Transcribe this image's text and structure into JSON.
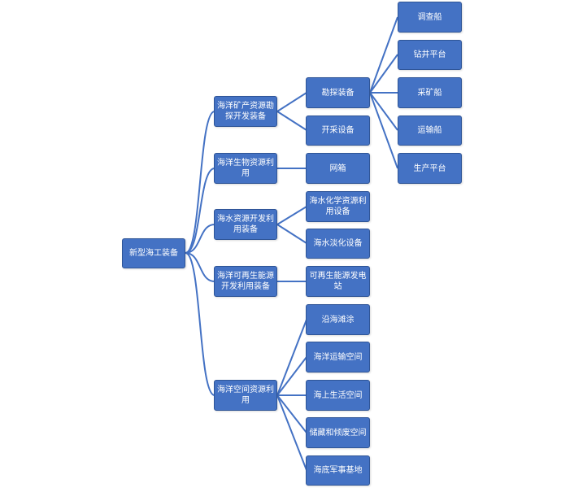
{
  "diagram": {
    "root": {
      "label": "新型海工装备"
    },
    "level1": [
      {
        "label": "海洋矿产资源勘探开发装备"
      },
      {
        "label": "海洋生物资源利用"
      },
      {
        "label": "海水资源开发利用装备"
      },
      {
        "label": "海洋可再生能源开发利用装备"
      },
      {
        "label": "海洋空间资源利用"
      }
    ],
    "level2": [
      {
        "label": "勘探装备"
      },
      {
        "label": "开采设备"
      },
      {
        "label": "网箱"
      },
      {
        "label": "海水化学资源利用设备"
      },
      {
        "label": "海水淡化设备"
      },
      {
        "label": "可再生能源发电站"
      },
      {
        "label": "沿海滩涂"
      },
      {
        "label": "海洋运输空间"
      },
      {
        "label": "海上生活空间"
      },
      {
        "label": "储藏和倾废空间"
      },
      {
        "label": "海底军事基地"
      }
    ],
    "level3": [
      {
        "label": "调查船"
      },
      {
        "label": "钻井平台"
      },
      {
        "label": "采矿船"
      },
      {
        "label": "运输船"
      },
      {
        "label": "生产平台"
      }
    ],
    "colors": {
      "node_fill": "#4472c4",
      "node_border": "#2f5597",
      "connector": "#4472c4",
      "text": "#ffffff"
    }
  }
}
